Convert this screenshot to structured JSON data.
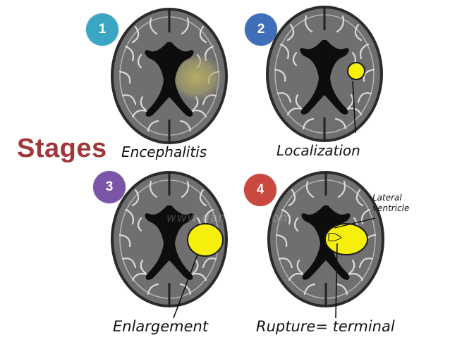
{
  "title": "Stages",
  "watermark": "www.damkotb.com",
  "colors": {
    "title": "#a0383b",
    "brain_fill": "#6f6f6f",
    "brain_outline": "#2a2a2a",
    "ventricle": "#0d0d0d",
    "abscess": "#f5ef0b",
    "encephalitis_zone": "#b3aa5a"
  },
  "panels": [
    {
      "badge": "1",
      "badge_color": "#3aa6c4",
      "caption": "Encephalitis"
    },
    {
      "badge": "2",
      "badge_color": "#3f6fb8",
      "caption": "Localization"
    },
    {
      "badge": "3",
      "badge_color": "#7b55a8",
      "caption": "Enlargement"
    },
    {
      "badge": "4",
      "badge_color": "#c94840",
      "caption": "Rupture= terminal"
    }
  ],
  "annotation": {
    "line1": "Lateral",
    "line2": "ventricle"
  }
}
